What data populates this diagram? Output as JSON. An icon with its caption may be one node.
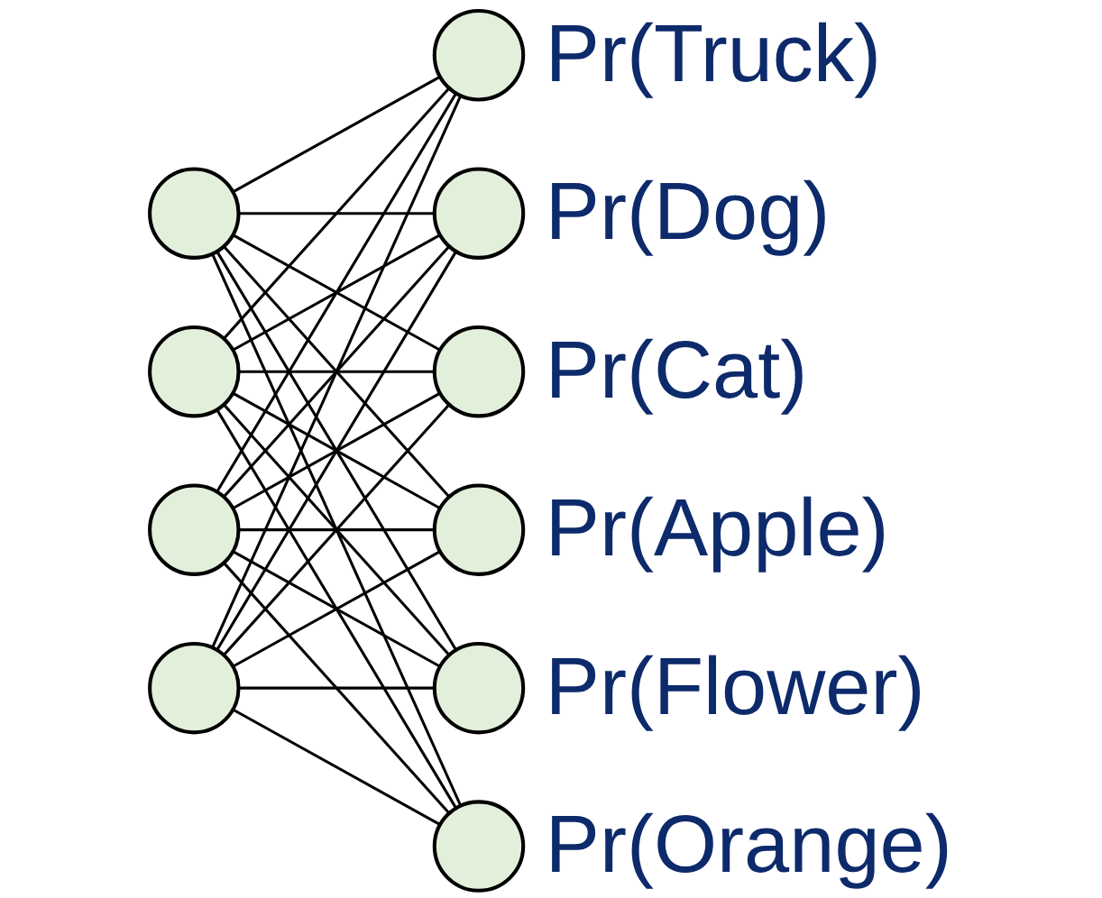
{
  "diagram": {
    "nodes": [
      {
        "text": [],
        "shape": "circle"
      },
      {
        "text": [],
        "shape": "circle"
      },
      {
        "text": [],
        "shape": "circle"
      },
      {
        "text": [],
        "shape": "circle"
      },
      {
        "text": [],
        "shape": "circle",
        "beside": [
          "Pr(Truck)"
        ]
      },
      {
        "text": [],
        "shape": "circle",
        "beside": [
          "Pr(Dog)"
        ]
      },
      {
        "text": [],
        "shape": "circle",
        "beside": [
          "Pr(Cat)"
        ]
      },
      {
        "text": [],
        "shape": "circle",
        "beside": [
          "Pr(Apple)"
        ]
      },
      {
        "text": [],
        "shape": "circle",
        "beside": [
          "Pr(Flower)"
        ]
      },
      {
        "text": [],
        "shape": "circle",
        "beside": [
          "Pr(Orange)"
        ]
      }
    ],
    "edges": [
      {
        "from": 0,
        "to": 4,
        "arrow": "none"
      },
      {
        "from": 0,
        "to": 5,
        "arrow": "none"
      },
      {
        "from": 0,
        "to": 6,
        "arrow": "none"
      },
      {
        "from": 0,
        "to": 7,
        "arrow": "none"
      },
      {
        "from": 0,
        "to": 8,
        "arrow": "none"
      },
      {
        "from": 0,
        "to": 9,
        "arrow": "none"
      },
      {
        "from": 1,
        "to": 4,
        "arrow": "none"
      },
      {
        "from": 1,
        "to": 5,
        "arrow": "none"
      },
      {
        "from": 1,
        "to": 6,
        "arrow": "none"
      },
      {
        "from": 1,
        "to": 7,
        "arrow": "none"
      },
      {
        "from": 1,
        "to": 8,
        "arrow": "none"
      },
      {
        "from": 1,
        "to": 9,
        "arrow": "none"
      },
      {
        "from": 2,
        "to": 4,
        "arrow": "none"
      },
      {
        "from": 2,
        "to": 5,
        "arrow": "none"
      },
      {
        "from": 2,
        "to": 6,
        "arrow": "none"
      },
      {
        "from": 2,
        "to": 7,
        "arrow": "none"
      },
      {
        "from": 2,
        "to": 8,
        "arrow": "none"
      },
      {
        "from": 2,
        "to": 9,
        "arrow": "none"
      },
      {
        "from": 3,
        "to": 4,
        "arrow": "none"
      },
      {
        "from": 3,
        "to": 5,
        "arrow": "none"
      },
      {
        "from": 3,
        "to": 6,
        "arrow": "none"
      },
      {
        "from": 3,
        "to": 7,
        "arrow": "none"
      },
      {
        "from": 3,
        "to": 8,
        "arrow": "none"
      },
      {
        "from": 3,
        "to": 9,
        "arrow": "none"
      }
    ]
  }
}
